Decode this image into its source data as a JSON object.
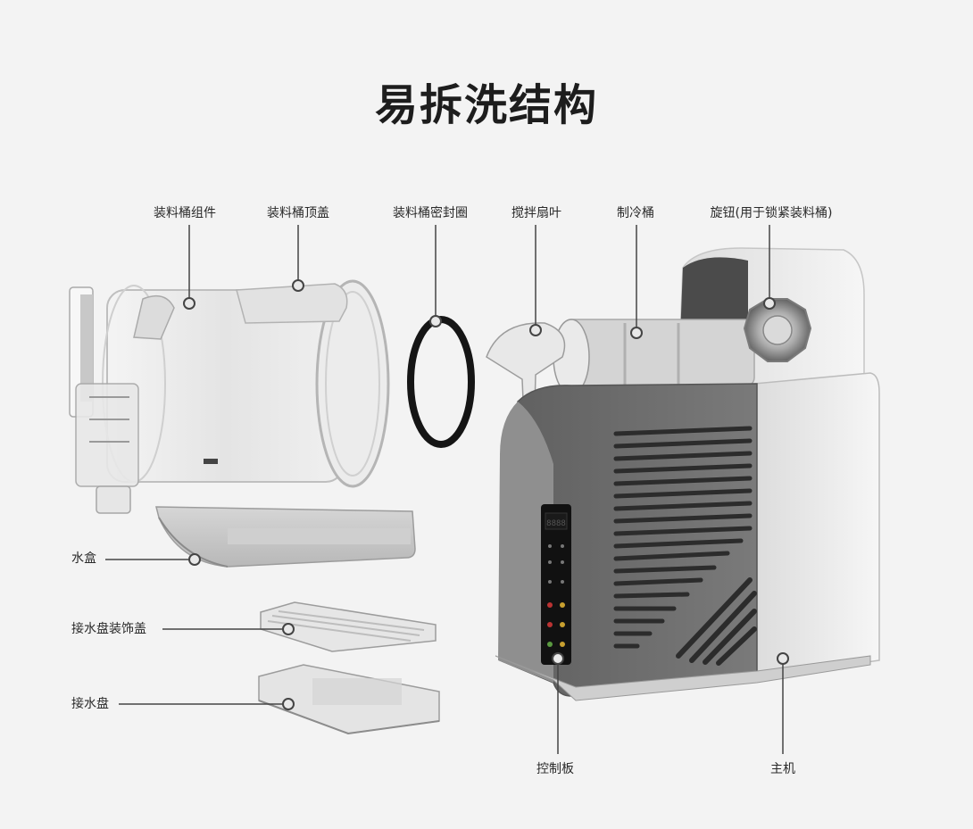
{
  "title": "易拆洗结构",
  "labels": {
    "bucket_assembly": "装料桶组件",
    "bucket_lid": "装料桶顶盖",
    "bucket_seal": "装料桶密封圈",
    "stir_blade": "搅拌扇叶",
    "cooling_drum": "制冷桶",
    "knob": "旋钮(用于锁紧装料桶)",
    "water_box": "水盒",
    "drip_tray_cover": "接水盘装饰盖",
    "drip_tray": "接水盘",
    "control_panel": "控制板",
    "main_unit": "主机"
  },
  "control_display": "8888",
  "colors": {
    "background": "#f3f3f3",
    "leader_line": "#444444",
    "body_gray": "#6e6e6e",
    "side_white": "#e9e9e9",
    "panel_black": "#111111"
  }
}
